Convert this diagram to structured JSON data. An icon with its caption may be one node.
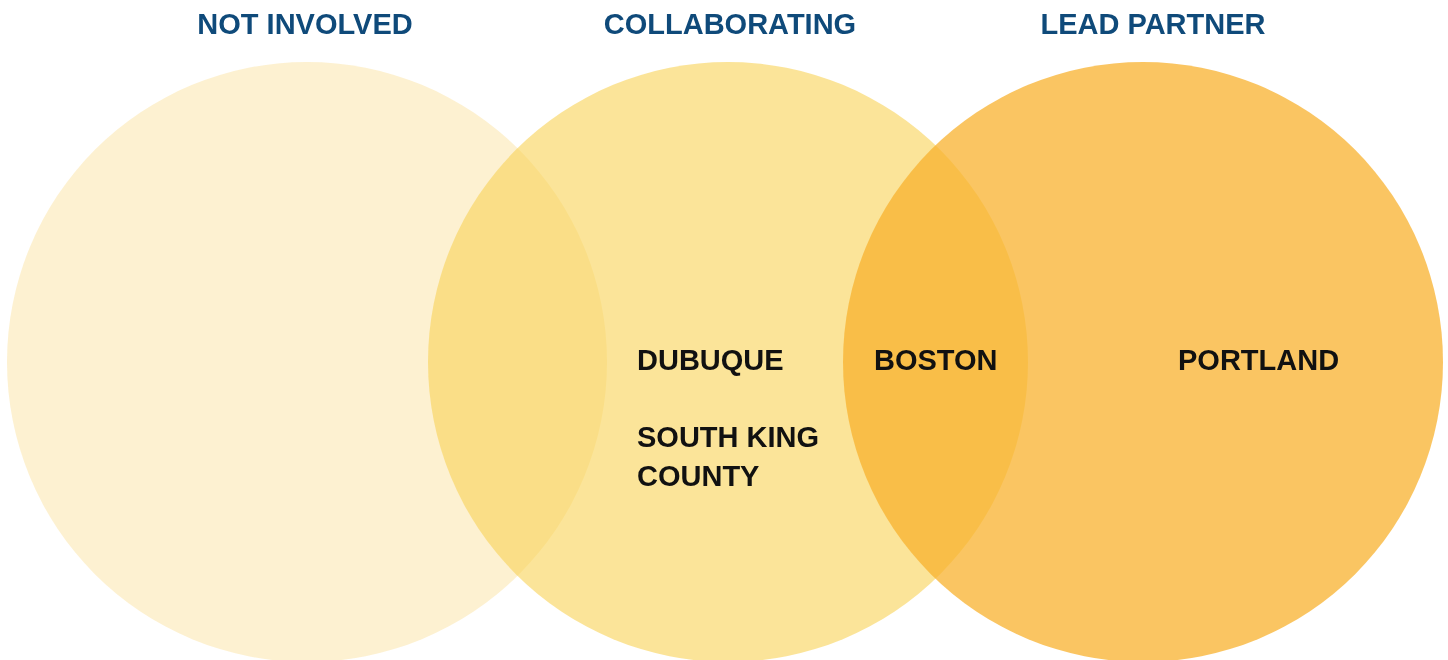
{
  "diagram": {
    "nodes": [
      {
        "text": [
          "NOT INVOLVED"
        ]
      },
      {
        "text": [
          "COLLABORATING"
        ]
      },
      {
        "text": [
          "LEAD PARTNER"
        ]
      }
    ],
    "edges": [],
    "labels": [
      "DUBUQUE",
      "SOUTH KING COUNTY",
      "BOSTON",
      "PORTLAND"
    ]
  }
}
